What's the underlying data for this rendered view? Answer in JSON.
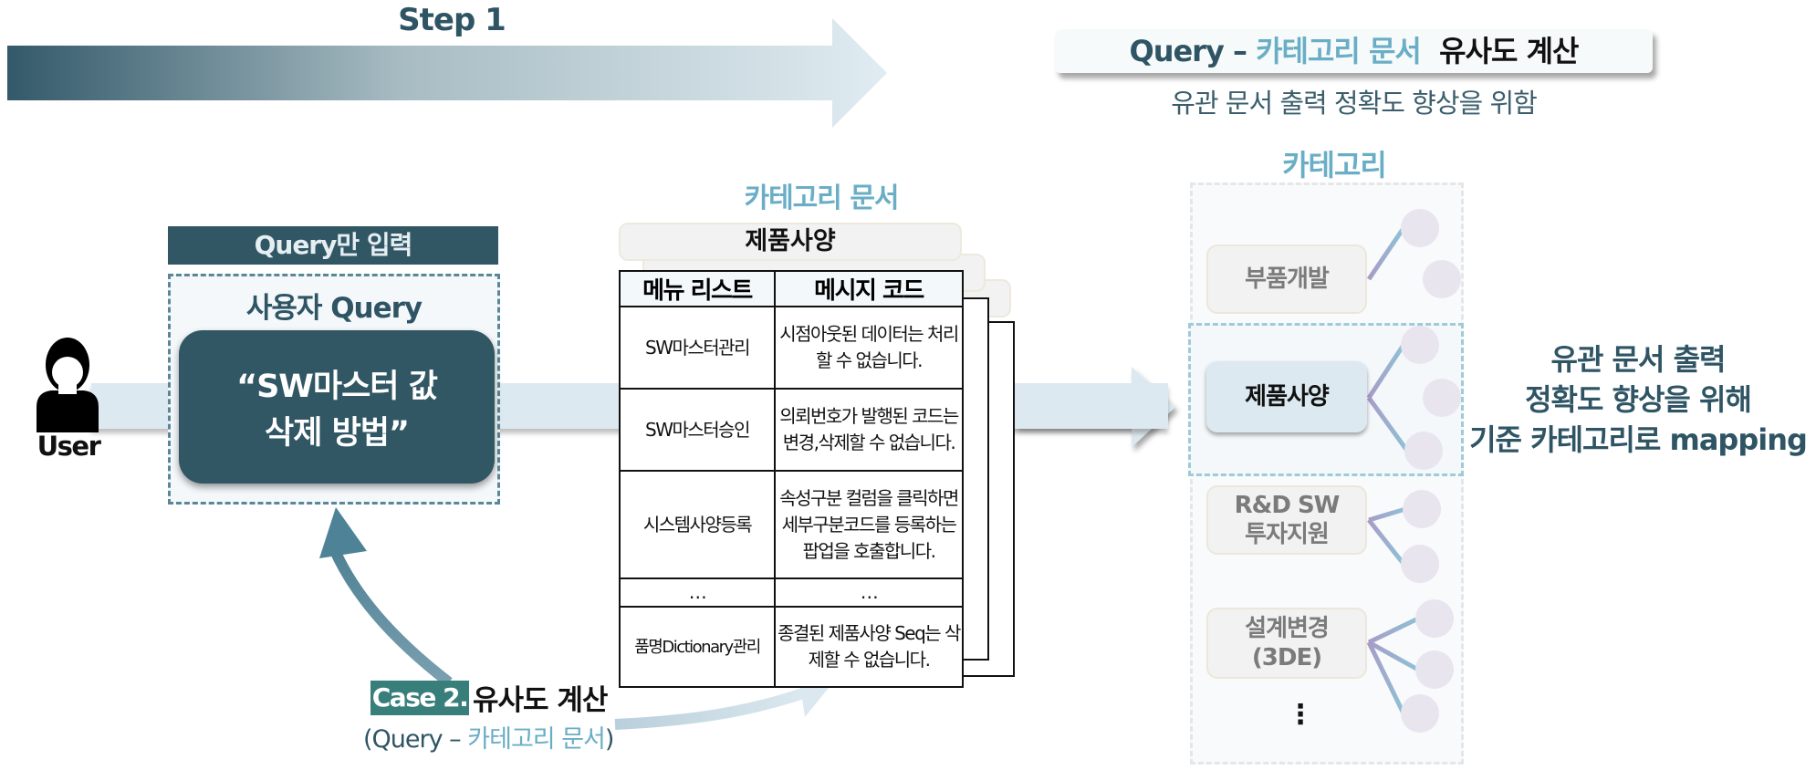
{
  "step": {
    "label": "Step 1"
  },
  "header": {
    "title_part1": "Query –",
    "title_part2": "카테고리 문서",
    "title_part3": "유사도 계산",
    "subtitle": "유관 문서 출력 정확도 향상을 위함"
  },
  "user": {
    "label": "User"
  },
  "query_panel": {
    "banner": "Query만 입력",
    "label": "사용자 Query",
    "query_line1": "“SW마스터 값",
    "query_line2": "삭제 방법”"
  },
  "category_document": {
    "label": "카테고리 문서",
    "doc_title": "제품사양",
    "columns": [
      "메뉴 리스트",
      "메시지 코드"
    ],
    "rows": [
      {
        "menu": "SW마스터관리",
        "message": "시점아웃된 데이터는 처리할 수 없습니다."
      },
      {
        "menu": "SW마스터승인",
        "message": "의뢰번호가 발행된 코드는 변경,삭제할 수 없습니다."
      },
      {
        "menu": "시스템사양등록",
        "message": "속성구분 컬럼을 클릭하면 세부구분코드를 등록하는 팝업을 호출합니다."
      },
      {
        "menu": "…",
        "message": "…"
      },
      {
        "menu": "품명Dictionary관리",
        "message": "종결된 제품사양 Seq는 삭제할 수 없습니다."
      }
    ]
  },
  "case": {
    "badge_word": "Case",
    "badge_num": "2.",
    "title": "유사도 계산",
    "sub_open": "(Query –",
    "sub_blue": "카테고리 문서",
    "sub_close": ")"
  },
  "categories": {
    "label": "카테고리",
    "items": [
      {
        "line1": "부품개발",
        "line2": "",
        "active": false,
        "children": 2
      },
      {
        "line1": "제품사양",
        "line2": "",
        "active": true,
        "children": 3
      },
      {
        "line1": "R&D SW",
        "line2": "투자지원",
        "active": false,
        "children": 2
      },
      {
        "line1": "설계변경",
        "line2": "(3DE)",
        "active": false,
        "children": 3
      }
    ],
    "more": "⋮"
  },
  "mapping": {
    "line1": "유관 문서 출력",
    "line2": "정확도 향상을 위해",
    "line3": "기준 카테고리로 mapping"
  },
  "colors": {
    "dark_teal": "#315765",
    "accent_blue": "#6aaec6",
    "case_green": "#387e7a",
    "light_band": "#dde9f0"
  }
}
